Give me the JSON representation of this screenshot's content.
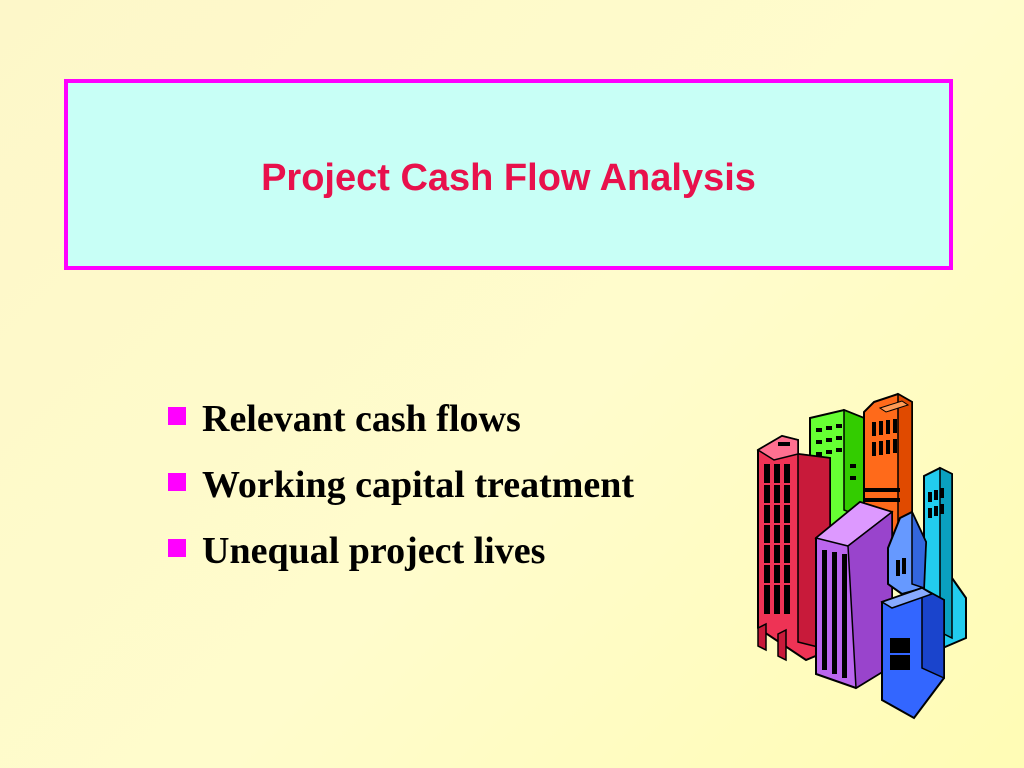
{
  "slide": {
    "title": "Project Cash Flow Analysis",
    "bullets": [
      "Relevant cash flows",
      "Working capital treatment",
      "Unequal project lives"
    ],
    "clipart": "city-buildings-clipart"
  },
  "colors": {
    "title_border": "#ff00ff",
    "title_fill": "#c8fff6",
    "title_text": "#e8114c",
    "bullet_marker": "#ff00ff"
  }
}
